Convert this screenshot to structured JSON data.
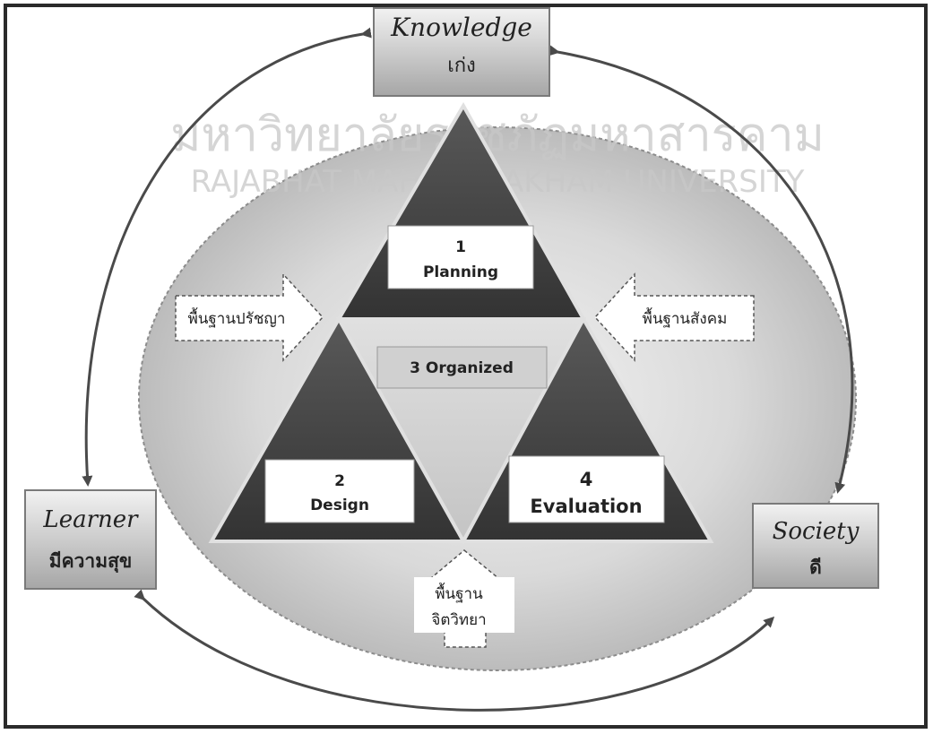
{
  "watermark": {
    "thai": "มหาวิทยาลัยราชภัฏมหาสารคาม",
    "english": "RAJABHAT MAHASARAKHAM UNIVERSITY"
  },
  "knowledge_box": {
    "title": "Knowledge",
    "thai": "เก่ง"
  },
  "learner_box": {
    "title": "Learner",
    "thai": "มีความสุข"
  },
  "society_box": {
    "title": "Society",
    "thai": "ดี"
  },
  "triangle_labels": {
    "planning": {
      "number": "1",
      "label": "Planning"
    },
    "design": {
      "number": "2",
      "label": "Design"
    },
    "organized": {
      "label": "3 Organized"
    },
    "evaluation": {
      "number": "4",
      "label": "Evaluation"
    }
  },
  "arrows": {
    "philosophy": "พื้นฐานปรัชญา",
    "society": "พื้นฐานสังคม",
    "psychology_line1": "พื้นฐาน",
    "psychology_line2": "จิตวิทยา"
  }
}
